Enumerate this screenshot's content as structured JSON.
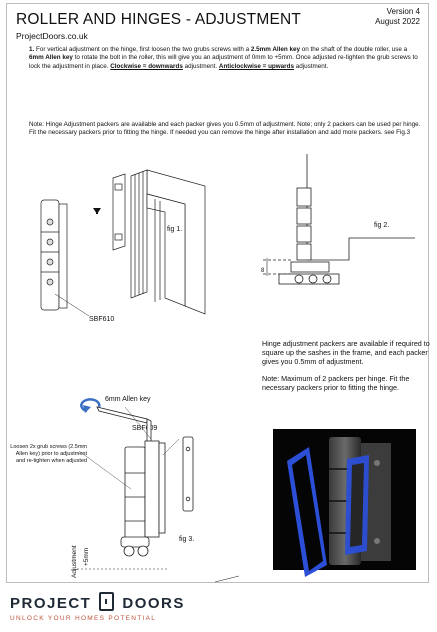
{
  "header": {
    "title": "ROLLER AND HINGES - ADJUSTMENT",
    "version_line1": "Version 4",
    "version_line2": "August 2022",
    "website": "ProjectDoors.co.uk"
  },
  "instruction": {
    "number": "1.",
    "part1": " For vertical adjustment on the hinge, first loosen the two grubs screws with a ",
    "bold1": "2.5mm Allen key",
    "part2": " on the shaft of the double roller, use a ",
    "bold2": "6mm Allen key",
    "part3": " to rotate the bolt in the roller, this will give you an adjustment of 0mm to +5mm. Once adjusted re-tighten the grub screws to lock the adjustment in place. ",
    "under1": "Clockwise = downwards",
    "part4": " adjustment. ",
    "under2": "Anticlockwise = upwards",
    "part5": " adjustment."
  },
  "note": "Note: Hinge Adjustment packers are available and each packer gives you 0.5mm of adjustment. Note; only 2 packers can be used per hinge. Fit the necessary packers prior to fitting the hinge. If needed you can remove the hinge after installation and add more packers. see Fig.3",
  "figures": {
    "fig1": "fig 1.",
    "fig2": "fig 2.",
    "fig3": "fig 3.",
    "part_sbf610": "SBF610",
    "part_sbf609": "SBF609",
    "allen_key_label": "6mm Allen key",
    "grub_note": "Loosen 2x grub screws (2.5mm Allen key) prior to adjustment and re-tighten when adjusted",
    "adjustment_label": "Adjustment",
    "adjustment_value": "+5mm",
    "dimension_value": "8"
  },
  "packer_info": {
    "line1": "Hinge adjustment packers are available if required to square up the sashes in the frame, and each packer gives you 0.5mm of adjustment.",
    "line2": "Note: Maximum of 2 packers per hinge. Fit the necessary packers prior to fitting the hinge."
  },
  "footer": {
    "brand_left": "PROJECT",
    "brand_right": "DOORS",
    "tagline": "UNLOCK YOUR HOMES POTENTIAL"
  },
  "colors": {
    "accent": "#c0553b",
    "brand": "#1f2a36",
    "packer_blue": "#2b4fd6",
    "arrow_blue": "#3a6fc4"
  }
}
